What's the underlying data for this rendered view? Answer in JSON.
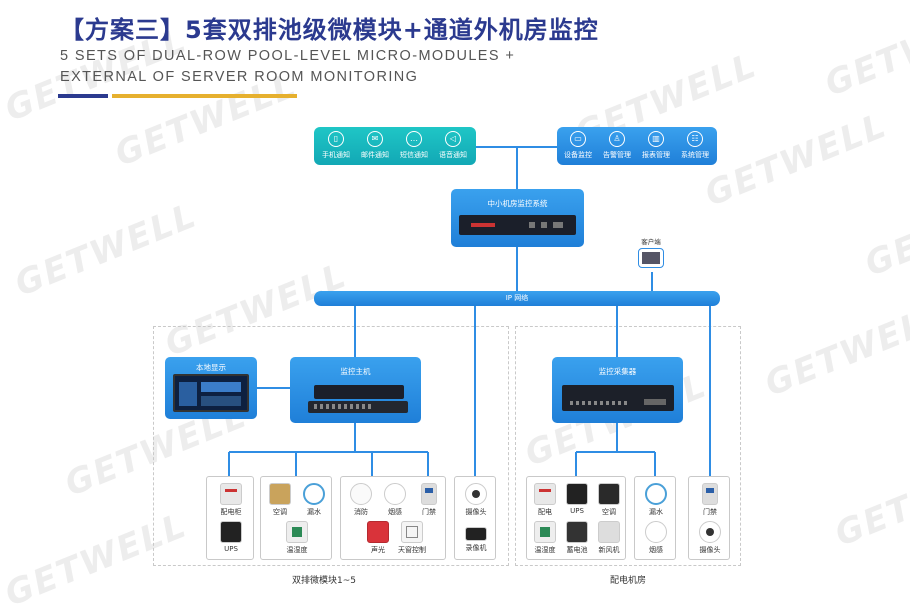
{
  "header": {
    "title": "【方案三】5套双排池级微模块+通道外机房监控",
    "subtitle_line1": "5 SETS OF DUAL-ROW POOL-LEVEL MICRO-MODULES +",
    "subtitle_line2": "EXTERNAL OF SERVER ROOM MONITORING"
  },
  "watermark": "GETWELL",
  "notify_panel": {
    "items": [
      {
        "label": "手机通知",
        "icon": "phone-icon"
      },
      {
        "label": "邮件通知",
        "icon": "mail-icon"
      },
      {
        "label": "短信通知",
        "icon": "sms-icon"
      },
      {
        "label": "语音通知",
        "icon": "voice-icon"
      }
    ]
  },
  "manage_panel": {
    "items": [
      {
        "label": "设备监控",
        "icon": "monitor-icon"
      },
      {
        "label": "告警管理",
        "icon": "alarm-icon"
      },
      {
        "label": "报表管理",
        "icon": "report-icon"
      },
      {
        "label": "系统管理",
        "icon": "system-icon"
      }
    ]
  },
  "center_system": {
    "label": "中小机房监控系统"
  },
  "client": {
    "label": "客户端"
  },
  "network": {
    "label": "IP 网络"
  },
  "local_display": {
    "label": "本地显示"
  },
  "monitor_host": {
    "label": "监控主机"
  },
  "collector": {
    "label": "监控采集器"
  },
  "left_groups": {
    "g1": [
      {
        "label": "配电柜"
      },
      {
        "label": "UPS"
      }
    ],
    "g2": [
      {
        "label": "空调"
      },
      {
        "label": "漏水"
      },
      {
        "label": "温湿度"
      }
    ],
    "g3": [
      {
        "label": "消防"
      },
      {
        "label": "烟感"
      },
      {
        "label": "门禁"
      },
      {
        "label": "声光"
      },
      {
        "label": "天窗控制"
      }
    ],
    "g4": [
      {
        "label": "摄像头"
      },
      {
        "label": "录像机"
      }
    ],
    "caption": "双排微模块1~5"
  },
  "right_groups": {
    "g1": [
      {
        "label": "配电"
      },
      {
        "label": "UPS"
      },
      {
        "label": "空调"
      },
      {
        "label": "温湿度"
      },
      {
        "label": "蓄电池"
      },
      {
        "label": "新风机"
      }
    ],
    "g2": [
      {
        "label": "漏水"
      },
      {
        "label": "烟感"
      }
    ],
    "g3": [
      {
        "label": "门禁"
      },
      {
        "label": "摄像头"
      }
    ],
    "caption": "配电机房"
  },
  "colors": {
    "title": "#2b3a8f",
    "accent_gold": "#e6b02e",
    "box_blue": "#2389e0",
    "box_teal": "#16b4bd",
    "line_blue": "#2f8de4"
  }
}
